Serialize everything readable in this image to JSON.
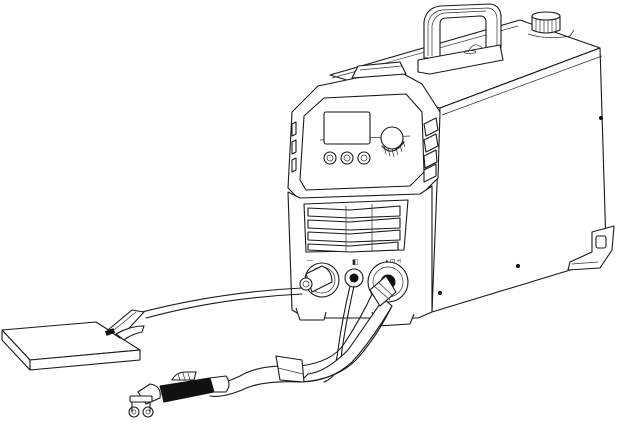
{
  "figure": {
    "title": "",
    "description": "Line drawing of a portable inverter welding machine with ground clamp on workpiece and welding torch cable",
    "colors": {
      "line": "#1a1a1a",
      "background": "#ffffff",
      "fill": "#111111"
    }
  },
  "parts": {
    "machine_body": "welder-housing",
    "handle": "carry-handle",
    "top_knob": "wire-spool-knob",
    "front_panel": "control-panel",
    "display": "lcd-display",
    "adjust_knob": "adjustment-knob",
    "buttons": [
      "button-1",
      "button-2",
      "button-3"
    ],
    "vent": "front-vent-grille",
    "left_socket": "negative-output-socket",
    "center_socket": "control-connector",
    "right_socket": "positive-torch-socket",
    "ground_clamp": "earth-clamp",
    "workpiece": "metal-workpiece",
    "torch": "welding-torch",
    "cable_tie": "cable-wrap"
  },
  "panel_symbols": {
    "left_socket_symbol": "—",
    "center_symbol": "◧",
    "right_socket_symbols": "▲⊡ ⩤"
  }
}
